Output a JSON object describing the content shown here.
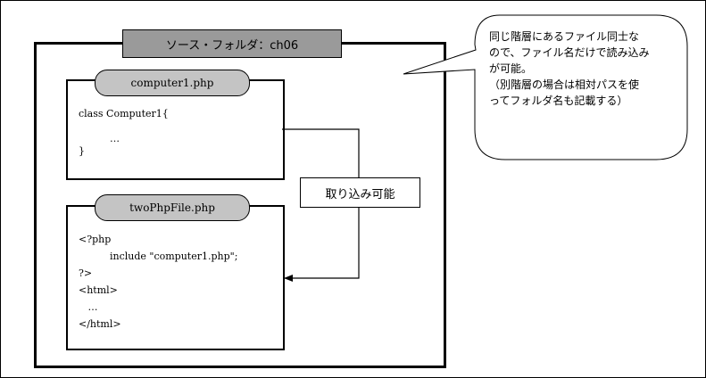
{
  "folder": {
    "tab_label": "ソース・フォルダ：ch06"
  },
  "files": [
    {
      "name": "computer1.php",
      "code": [
        "class Computer1{",
        "",
        "          …",
        "}"
      ]
    },
    {
      "name": "twoPhpFile.php",
      "code": [
        "<?php",
        "          include \"computer1.php\";",
        "?>",
        "<html>",
        "   …",
        "</html>"
      ]
    }
  ],
  "arrow_label": "取り込み可能",
  "callout": {
    "lines": [
      "同じ階層にあるファイル同士な",
      "ので、ファイル名だけで読み込み",
      "が可能。",
      "（別階層の場合は相対パスを使",
      "ってフォルダ名も記載する）"
    ]
  }
}
